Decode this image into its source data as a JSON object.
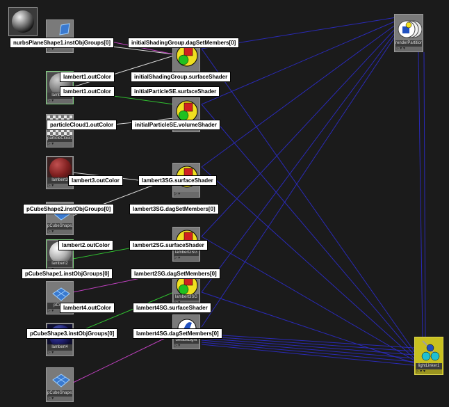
{
  "nodes": {
    "nurbsPlane": "nurbsPlaneShape1",
    "lambert1": "lambert1",
    "particleCloud": "particleCloud1",
    "lambert3": "lambert3",
    "pCubeShape2": "pCubeShape2",
    "lambert2": "lambert2",
    "pCubeShape1": "pCube",
    "lambert4": "lambert4",
    "pCubeShape3": "pCubeShape3",
    "lambert2SG": "lambert2SG",
    "lambert3SG": "lambert3SG",
    "defaultLight": "defaultLight",
    "renderPartition": "renderPartition",
    "lightLinker": "lightLinker1"
  },
  "labels": {
    "nurbsPlaneShape1_instObjGroups": "nurbsPlaneShape1.instObjGroups[0]",
    "initialShadingGroup_dagSetMembers": "initialShadingGroup.dagSetMembers[0]",
    "lambert1_outColor_a": "lambert1.outColor",
    "initialShadingGroup_surfaceShader": "initialShadingGroup.surfaceShader",
    "lambert1_outColor_b": "lambert1.outColor",
    "initialParticleSE_surfaceShader": "initialParticleSE.surfaceShader",
    "particleCloud1_outColor": "particleCloud1.outColor",
    "initialParticleSE_volumeShader": "initialParticleSE.volumeShader",
    "lambert3_outColor": "lambert3.outColor",
    "lambert3SG_surfaceShader": "lambert3SG.surfaceShader",
    "pCubeShape2_instObjGroups": "pCubeShape2.instObjGroups[0]",
    "lambert3SG_dagSetMembers": "lambert3SG.dagSetMembers[0]",
    "lambert2_outColor": "lambert2.outColor",
    "lambert2SG_surfaceShader": "lambert2SG.surfaceShader",
    "pCubeShape1_instObjGroups": "pCubeShape1.instObjGroups[0]",
    "lambert2SG_dagSetMembers": "lambert2SG.dagSetMembers[0]",
    "lambert4_outColor": "lambert4.outColor",
    "lambert4SG_surfaceShader": "lambert4SG.surfaceShader",
    "pCubeShape3_instObjGroups": "pCubeShape3.instObjGroups[0]",
    "lambert4SG_dagSetMembers": "lambert4SG.dagSetMembers[0]"
  },
  "colors": {
    "background": "#1b1b1b",
    "wire_blue": "#2a2ab8",
    "wire_white": "#d8d8d8",
    "wire_green": "#30c030",
    "wire_magenta": "#c040c0",
    "node_grey": "#7a7a7a",
    "light_yellow": "#c8c020"
  },
  "icons": [
    "sphere-swatch-icon",
    "plane-icon",
    "shading-group-icon",
    "render-partition-icon",
    "light-linker-icon",
    "checker-texture-icon"
  ]
}
